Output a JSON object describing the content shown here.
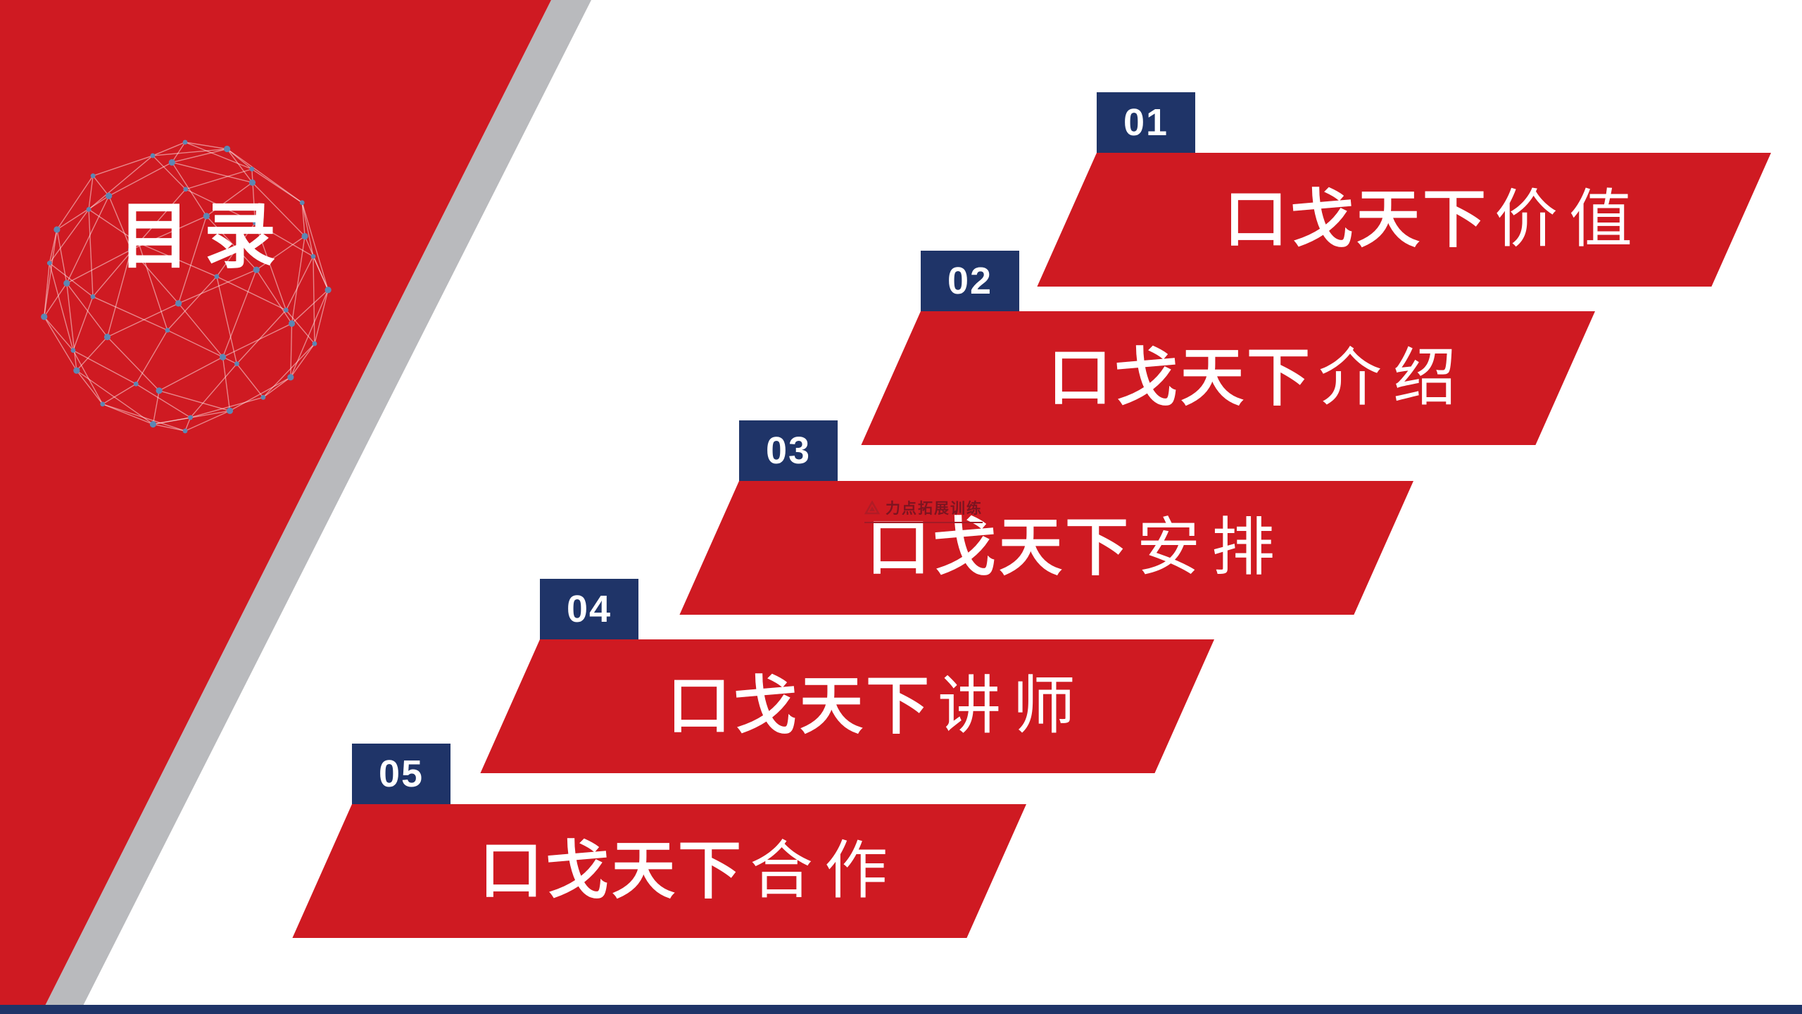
{
  "slide_title": "目录",
  "colors": {
    "red": "#cf1a22",
    "navy": "#1f3468",
    "gray": "#b9babd",
    "text": "#ffffff"
  },
  "watermark": {
    "text": "力点拓展训练"
  },
  "items": [
    {
      "number": "01",
      "title_bold": "口戈天下",
      "title_suffix": "价值"
    },
    {
      "number": "02",
      "title_bold": "口戈天下",
      "title_suffix": "介绍"
    },
    {
      "number": "03",
      "title_bold": "口戈天下",
      "title_suffix": "安排"
    },
    {
      "number": "04",
      "title_bold": "口戈天下",
      "title_suffix": "讲师"
    },
    {
      "number": "05",
      "title_bold": "口戈天下",
      "title_suffix": "合作"
    }
  ]
}
